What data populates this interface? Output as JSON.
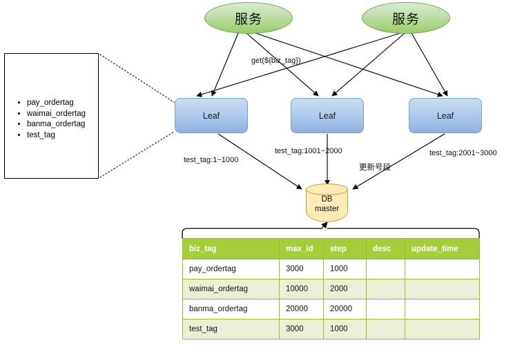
{
  "diagram": {
    "services": [
      {
        "label": "服务"
      },
      {
        "label": "服务"
      }
    ],
    "leaves": [
      {
        "label": "Leaf"
      },
      {
        "label": "Leaf"
      },
      {
        "label": "Leaf"
      }
    ],
    "database": {
      "line1": "DB",
      "line2": "master"
    },
    "edge_labels": {
      "get_call": "get(${biz_tag})",
      "range_left": "test_tag:1~1000",
      "range_middle": "test_tag:1001~2000",
      "range_right": "test_tag:2001~3000",
      "update_segment": "更新号段"
    },
    "tag_box": {
      "items": [
        "pay_ordertag",
        "waimai_ordertag",
        "banma_ordertag",
        "test_tag"
      ]
    }
  },
  "table": {
    "headers": [
      "biz_tag",
      "max_id",
      "step",
      "desc",
      "update_time"
    ],
    "rows": [
      [
        "pay_ordertag",
        "3000",
        "1000",
        "",
        ""
      ],
      [
        "waimai_ordertag",
        "10000",
        "2000",
        "",
        ""
      ],
      [
        "banma_ordertag",
        "20000",
        "20000",
        "",
        ""
      ],
      [
        "test_tag",
        "3000",
        "1000",
        "",
        ""
      ]
    ]
  },
  "colors": {
    "service_fill": "#9ccb6a",
    "service_stroke": "#6aa84f",
    "leaf_fill": "#8cb2e0",
    "leaf_stroke": "#7aa0cc",
    "db_fill": "#fdeab4",
    "db_stroke": "#cc9a3d",
    "table_header": "#a5cd39",
    "table_alt_row": "#eaf0d8",
    "edge_stroke": "#000000"
  }
}
